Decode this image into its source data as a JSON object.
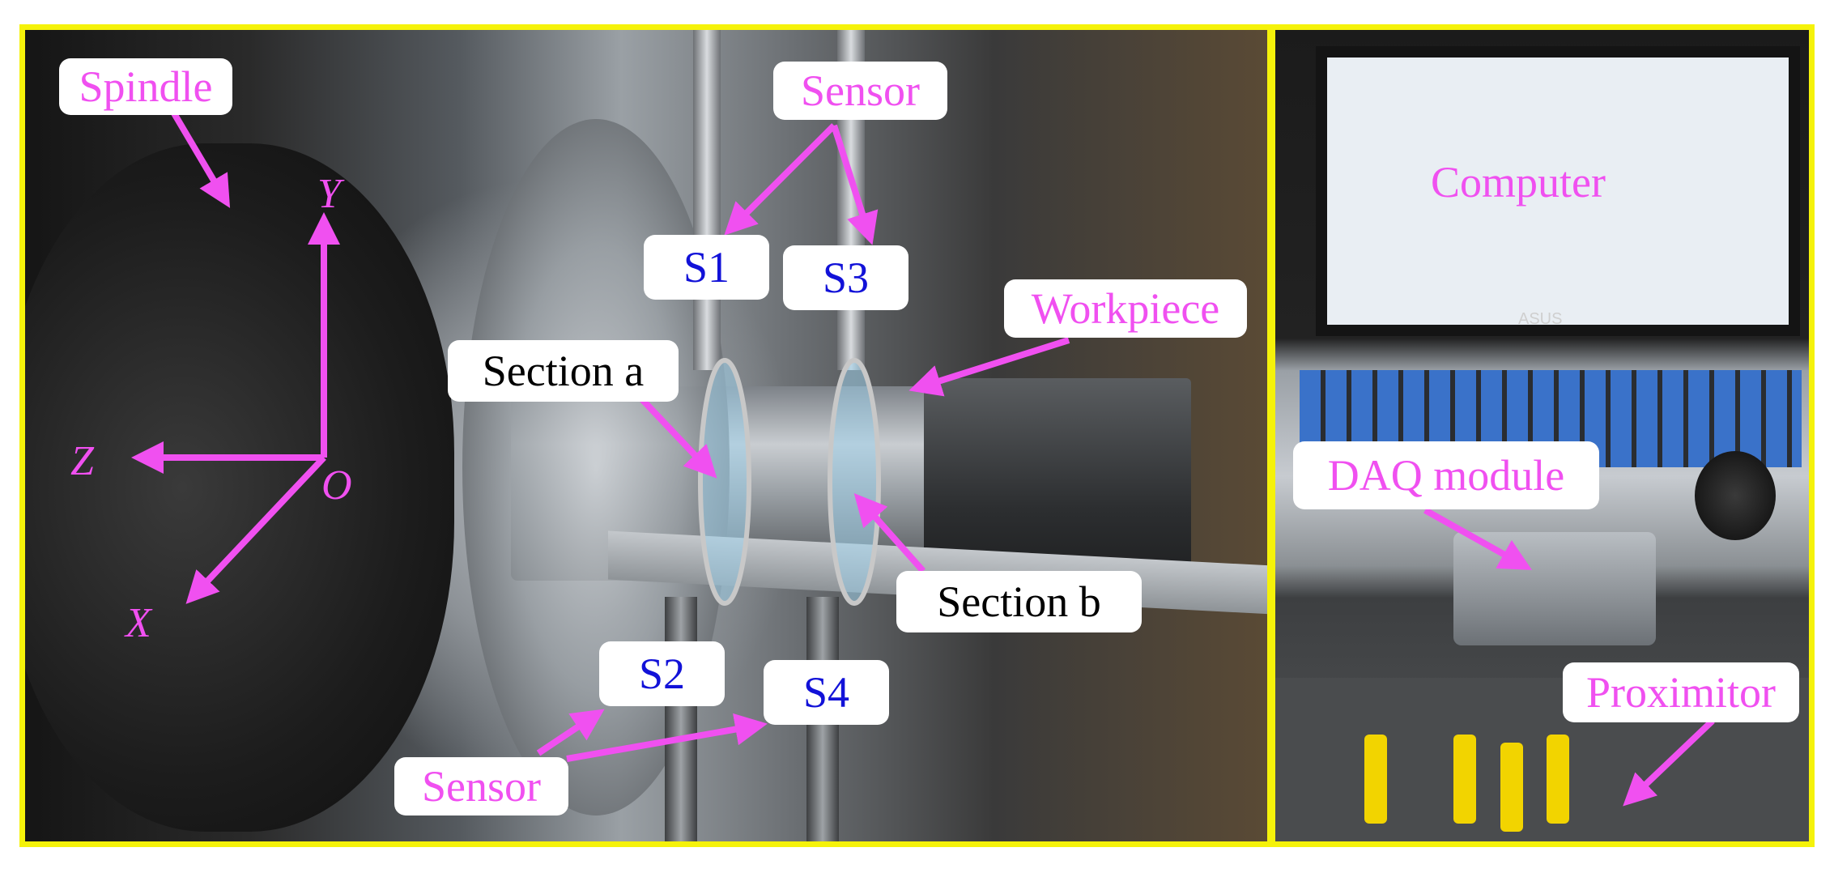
{
  "labels": {
    "spindle": "Spindle",
    "sensor_top": "Sensor",
    "s1": "S1",
    "s3": "S3",
    "workpiece": "Workpiece",
    "section_a": "Section a",
    "section_b": "Section b",
    "s2": "S2",
    "s4": "S4",
    "sensor_bottom": "Sensor",
    "computer": "Computer",
    "daq_module": "DAQ module",
    "proximitor": "Proximitor"
  },
  "axes": {
    "x": "X",
    "y": "Y",
    "z": "Z",
    "origin": "O"
  },
  "colors": {
    "frame": "#f5f20a",
    "annotation": "#f050f0",
    "sensor_id": "#1212d8"
  },
  "photo_texts": {
    "laptop_brand": "ASUS"
  }
}
